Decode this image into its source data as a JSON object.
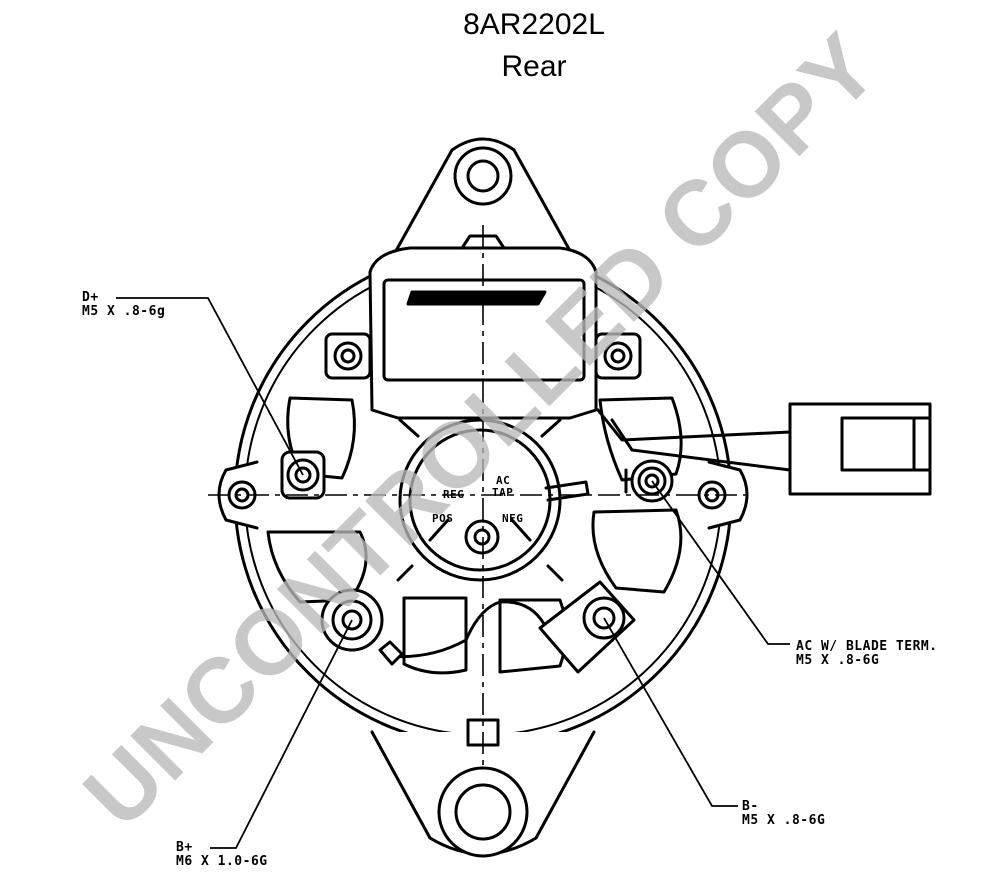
{
  "header": {
    "model": "8AR2202L",
    "view": "Rear"
  },
  "terminals": {
    "d_plus": {
      "name": "D+",
      "spec": "M5 X .8-6g"
    },
    "ac": {
      "name": "AC W/ BLADE TERM.",
      "spec": "M5 X .8-6G"
    },
    "b_minus": {
      "name": "B-",
      "spec": "M5 X .8-6G"
    },
    "b_plus": {
      "name": "B+",
      "spec": "M6 X 1.0-6G"
    }
  },
  "internal_labels": {
    "reg": "REG",
    "ac_tap_1": "AC",
    "ac_tap_2": "TAP",
    "pos": "POS",
    "neg": "NEG"
  },
  "watermark": "UNCONTROLLED COPY",
  "colors": {
    "line": "#000000",
    "watermark": "#b9b9b9",
    "background": "#ffffff"
  }
}
